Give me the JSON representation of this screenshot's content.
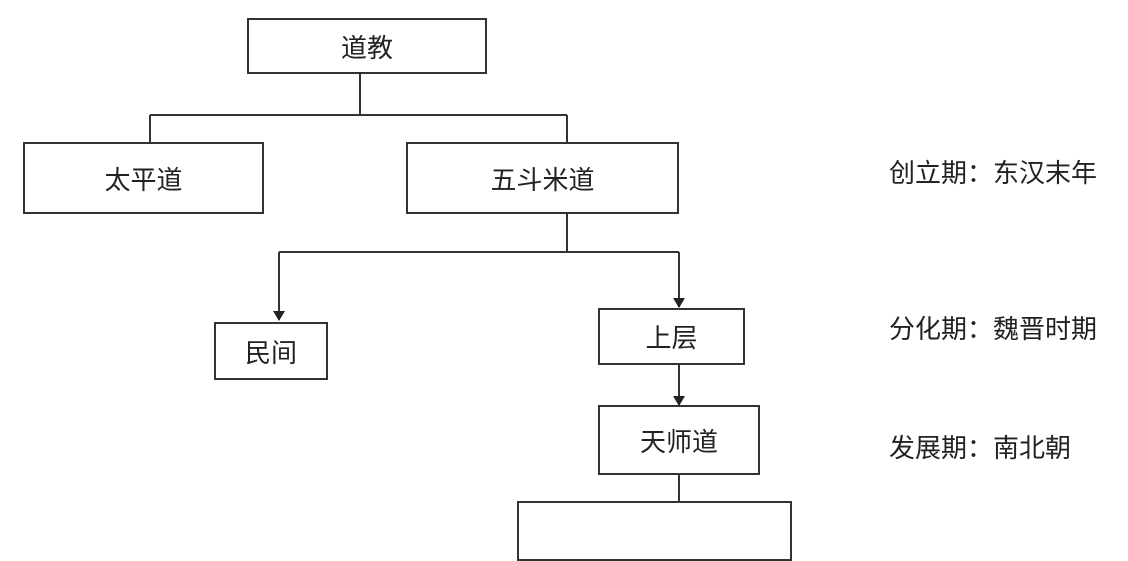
{
  "nodes": {
    "root": "道教",
    "taiping": "太平道",
    "wudoumi": "五斗米道",
    "minjian": "民间",
    "shangceng": "上层",
    "tianshi": "天师道",
    "bottom": ""
  },
  "phases": [
    {
      "label": "创立期：东汉末年"
    },
    {
      "label": "分化期：魏晋时期"
    },
    {
      "label": "发展期：南北朝"
    }
  ],
  "colors": {
    "line": "#333333",
    "text": "#222222",
    "background": "#ffffff"
  }
}
